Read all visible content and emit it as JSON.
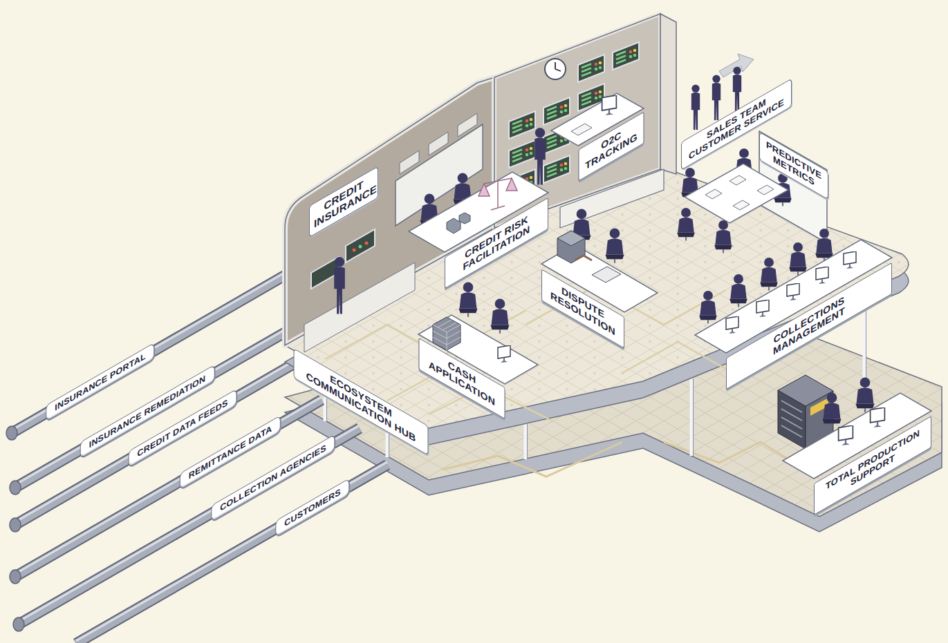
{
  "diagram": {
    "nodes": [
      {
        "text": [
          "CREDIT INSURANCE"
        ]
      },
      {
        "text": [
          "CREDIT RISK FACILITATION"
        ]
      },
      {
        "text": [
          "O2C TRACKING"
        ]
      },
      {
        "text": [
          "SALES TEAM CUSTOMER SERVICE"
        ]
      },
      {
        "text": [
          "PREDICTIVE METRICS"
        ]
      },
      {
        "text": [
          "DISPUTE RESOLUTION"
        ]
      },
      {
        "text": [
          "CASH APPLICATION"
        ]
      },
      {
        "text": [
          "COLLECTIONS MANAGEMENT"
        ]
      },
      {
        "text": [
          "ECOSYSTEM COMMUNICATION HUB"
        ]
      },
      {
        "text": [
          "TOTAL PRODUCTION SUPPORT"
        ]
      },
      {
        "text": [
          "INSURANCE PORTAL"
        ]
      },
      {
        "text": [
          "INSURANCE REMEDIATION"
        ]
      },
      {
        "text": [
          "CREDIT DATA FEEDS"
        ]
      },
      {
        "text": [
          "REMITTANCE DATA"
        ]
      },
      {
        "text": [
          "COLLECTION AGENCIES"
        ]
      },
      {
        "text": [
          "CUSTOMERS"
        ]
      }
    ]
  }
}
